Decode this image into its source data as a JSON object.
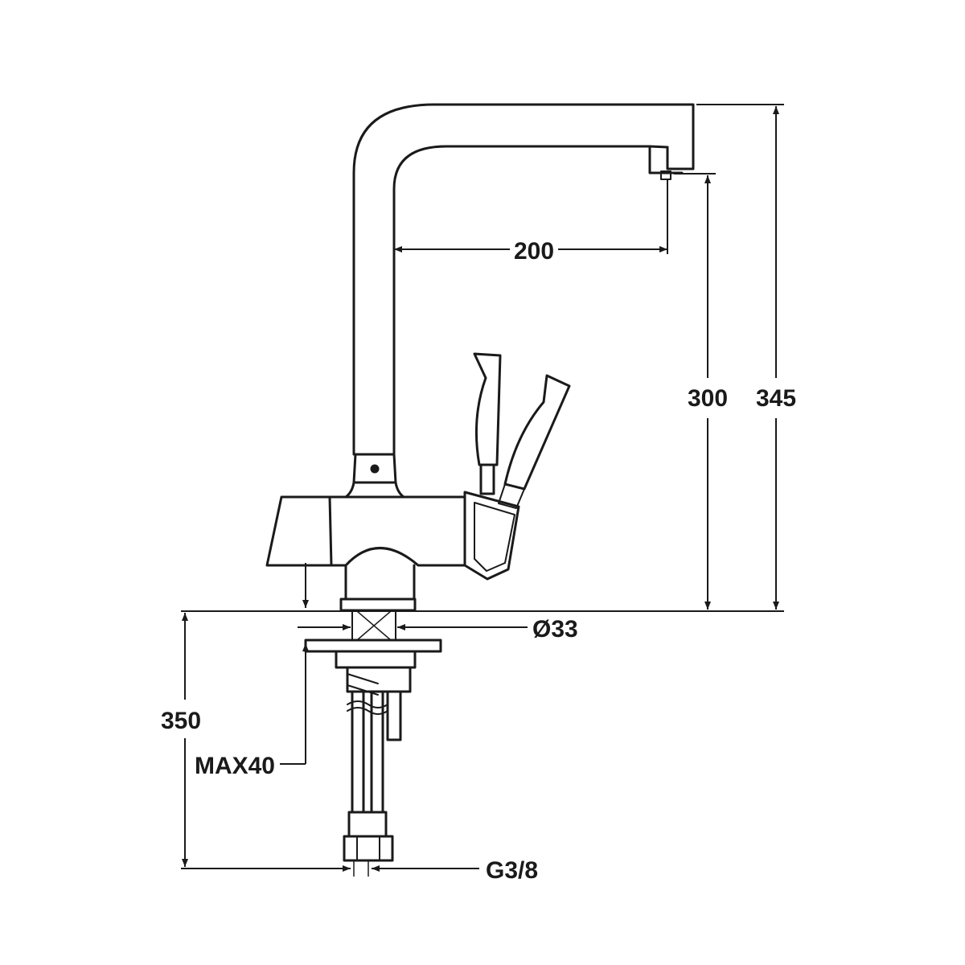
{
  "drawing": {
    "dimensions": {
      "spout_reach": "200",
      "spout_height": "300",
      "total_height": "345",
      "hole_diameter": "Ø33",
      "hose_length": "350",
      "max_thickness": "MAX40",
      "connection_thread": "G3/8"
    },
    "colors": {
      "line": "#1a1a1a",
      "background": "#ffffff"
    }
  }
}
